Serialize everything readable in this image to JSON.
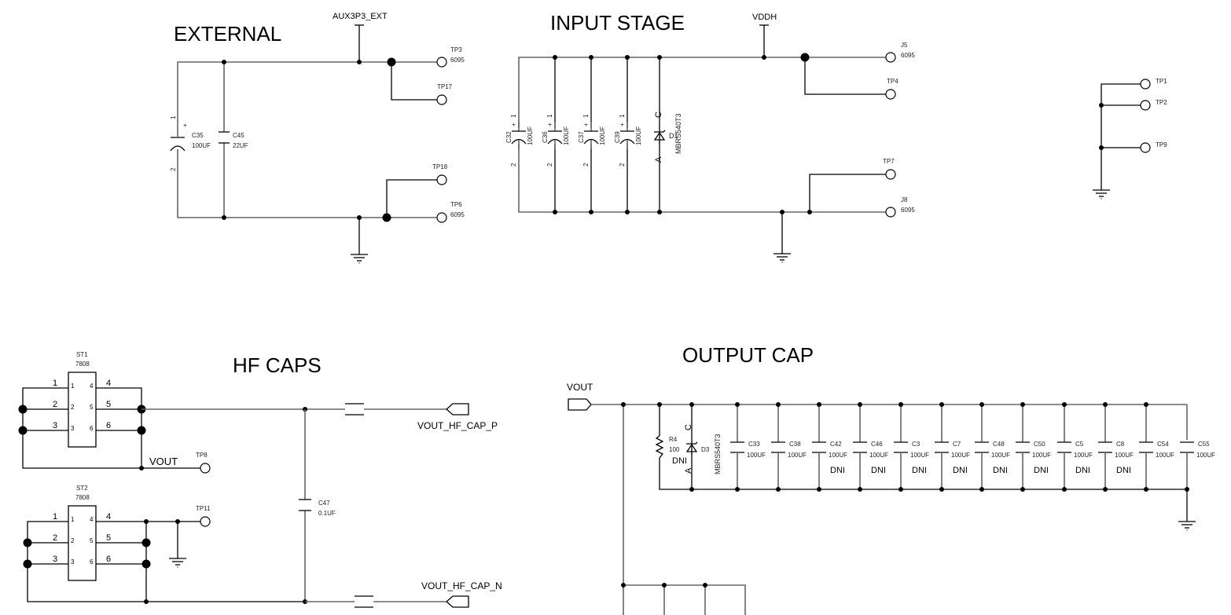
{
  "sections": {
    "external": {
      "title": "EXTERNAL",
      "power_net": "AUX3P3_EXT",
      "components": [
        {
          "ref": "C35",
          "value": "100UF",
          "type": "polarized-capacitor",
          "pin1": "1",
          "pin2": "2",
          "polarity": "+"
        },
        {
          "ref": "C45",
          "value": "22UF",
          "type": "capacitor"
        }
      ],
      "test_points": [
        {
          "ref": "TP3",
          "value": "6095"
        },
        {
          "ref": "TP17",
          "value": ""
        },
        {
          "ref": "TP18",
          "value": ""
        },
        {
          "ref": "TP6",
          "value": "6095"
        }
      ]
    },
    "input_stage": {
      "title": "INPUT STAGE",
      "power_net": "VDDH",
      "components": [
        {
          "ref": "C32",
          "value": "100UF",
          "type": "polarized-capacitor",
          "pin1": "1",
          "pin2": "2",
          "polarity": "+"
        },
        {
          "ref": "C36",
          "value": "100UF",
          "type": "polarized-capacitor",
          "pin1": "1",
          "pin2": "2",
          "polarity": "+"
        },
        {
          "ref": "C37",
          "value": "100UF",
          "type": "polarized-capacitor",
          "pin1": "1",
          "pin2": "2",
          "polarity": "+"
        },
        {
          "ref": "C39",
          "value": "100UF",
          "type": "polarized-capacitor",
          "pin1": "1",
          "pin2": "2",
          "polarity": "+"
        },
        {
          "ref": "D1",
          "value": "MBRS540T3",
          "type": "zener-diode",
          "cathode": "C",
          "anode": "A"
        }
      ],
      "test_points": [
        {
          "ref": "J5",
          "value": "6095"
        },
        {
          "ref": "TP4",
          "value": ""
        },
        {
          "ref": "TP7",
          "value": ""
        },
        {
          "ref": "J8",
          "value": "6095"
        }
      ]
    },
    "ground_tps": {
      "test_points": [
        {
          "ref": "TP1"
        },
        {
          "ref": "TP2"
        },
        {
          "ref": "TP9"
        }
      ]
    },
    "hf_caps": {
      "title": "HF CAPS",
      "regulators": [
        {
          "ref": "ST1",
          "value": "7808",
          "left_pins": [
            "1",
            "2",
            "3"
          ],
          "right_pins": [
            "4",
            "5",
            "6"
          ]
        },
        {
          "ref": "ST2",
          "value": "7808",
          "left_pins": [
            "1",
            "2",
            "3"
          ],
          "right_pins": [
            "4",
            "5",
            "6"
          ]
        }
      ],
      "vout_net": "VOUT",
      "tp8": "TP8",
      "tp11": "TP11",
      "cap": {
        "ref": "C47",
        "value": "0.1UF"
      },
      "port_p": "VOUT_HF_CAP_P",
      "port_n": "VOUT_HF_CAP_N"
    },
    "output_cap": {
      "title": "OUTPUT CAP",
      "input_port": "VOUT",
      "resistor": {
        "ref": "R4",
        "value": "100",
        "note": "DNI"
      },
      "diode": {
        "ref": "D3",
        "value": "MBRS540T3",
        "cathode": "C",
        "anode": "A"
      },
      "capacitors": [
        {
          "ref": "C33",
          "value": "100UF",
          "note": ""
        },
        {
          "ref": "C38",
          "value": "100UF",
          "note": ""
        },
        {
          "ref": "C42",
          "value": "100UF",
          "note": "DNI"
        },
        {
          "ref": "C46",
          "value": "100UF",
          "note": "DNI"
        },
        {
          "ref": "C3",
          "value": "100UF",
          "note": "DNI"
        },
        {
          "ref": "C7",
          "value": "100UF",
          "note": "DNI"
        },
        {
          "ref": "C48",
          "value": "100UF",
          "note": "DNI"
        },
        {
          "ref": "C50",
          "value": "100UF",
          "note": "DNI"
        },
        {
          "ref": "C5",
          "value": "100UF",
          "note": "DNI"
        },
        {
          "ref": "C8",
          "value": "100UF",
          "note": "DNI"
        },
        {
          "ref": "C54",
          "value": "100UF",
          "note": ""
        },
        {
          "ref": "C55",
          "value": "100UF",
          "note": ""
        }
      ]
    }
  }
}
